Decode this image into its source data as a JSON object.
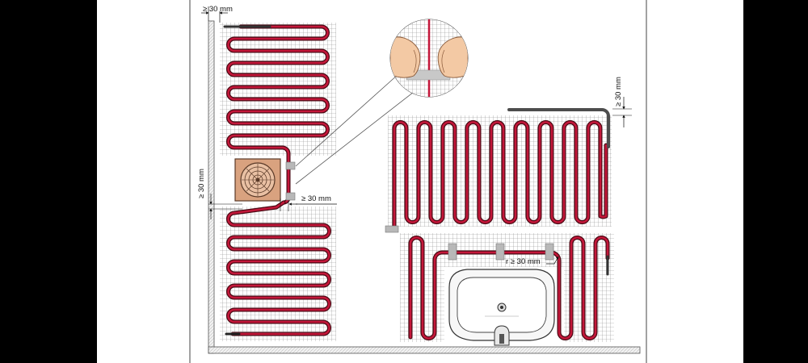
{
  "dimensions": {
    "top_left": "≥ 30 mm",
    "left_side": "≥ 30 mm",
    "fan": "≥ 30 mm",
    "right_top": "≥ 30 mm",
    "radius": "r ≥ 30 mm"
  },
  "colors": {
    "background": "#000000",
    "paper": "#ffffff",
    "cable": "#b3122e",
    "cable_outline": "#4a0a14",
    "mesh": "#8a8a8a",
    "wall": "#555555",
    "fan_housing": "#d9a27f",
    "tape": "#b8b8b8",
    "skin": "#f3c9a4"
  },
  "icons": {
    "fan": "ventilation-fan-icon",
    "sink": "washbasin-icon",
    "detail": "magnified-hands-cutting-mesh-icon"
  }
}
